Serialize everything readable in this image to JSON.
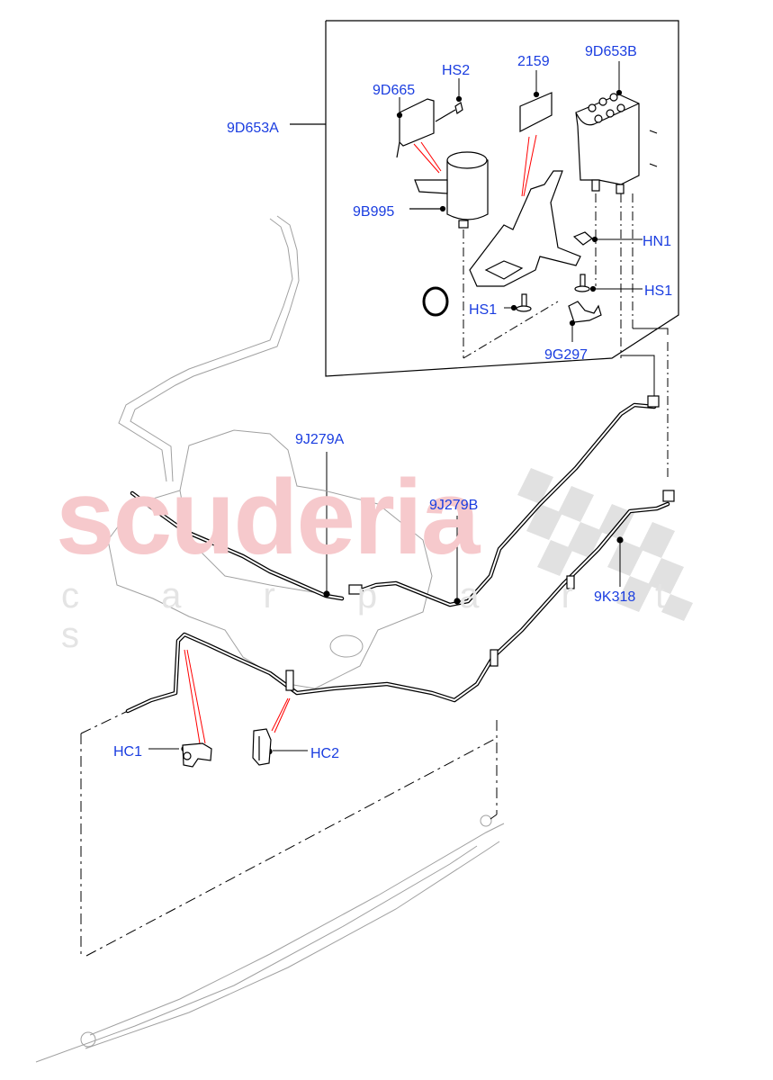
{
  "watermark": {
    "brand": "scuderia",
    "tagline": "c a r p a r t s",
    "brand_color": "#f6c9cc",
    "flag_color": "#d9d9d9"
  },
  "colors": {
    "label": "#1a3de0",
    "line": "#000000",
    "ghost": "#9a9a9a",
    "leader_red": "#ff0000"
  },
  "labels": {
    "9D653A": "9D653A",
    "9D665": "9D665",
    "HS2": "HS2",
    "2159": "2159",
    "9D653B": "9D653B",
    "9B995": "9B995",
    "HN1": "HN1",
    "HS1_right": "HS1",
    "HS1_left": "HS1",
    "9G297": "9G297",
    "9J279A": "9J279A",
    "9J279B": "9J279B",
    "9K318": "9K318",
    "HC1": "HC1",
    "HC2": "HC2"
  }
}
